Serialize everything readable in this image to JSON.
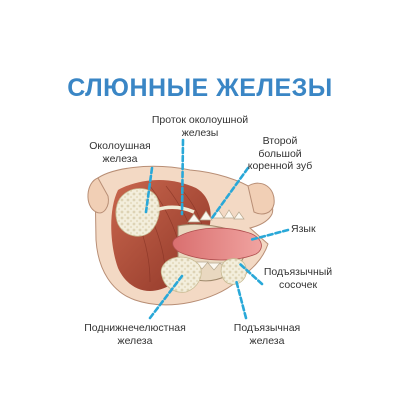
{
  "title": "СЛЮННЫЕ ЖЕЛЕЗЫ",
  "labels": {
    "parotid_gland": [
      "Околоушная",
      "железа"
    ],
    "parotid_duct": [
      "Проток околоушной",
      "железы"
    ],
    "second_molar": [
      "Второй",
      "большой",
      "коренной зуб"
    ],
    "tongue": [
      "Язык"
    ],
    "sublingual_caruncle": [
      "Подъязычный",
      "сосочек"
    ],
    "submandibular_gland": [
      "Поднижнечелюстная",
      "железа"
    ],
    "sublingual_gland": [
      "Подъязычная",
      "железа"
    ]
  },
  "colors": {
    "title": "#3a86c5",
    "leader": "#29a8d8",
    "muscle": "#b8533e",
    "gland": "#f1ebd6",
    "skin": "#f3d9c4",
    "tongue": "#e88a8a"
  }
}
